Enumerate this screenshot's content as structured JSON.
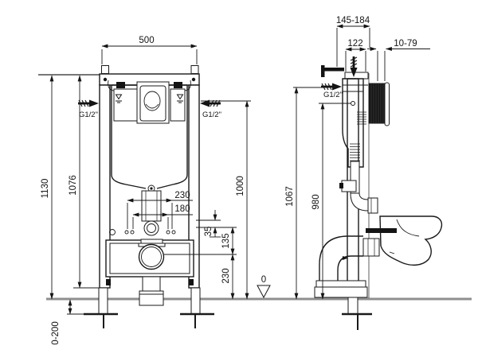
{
  "views": {
    "front": {
      "dims": {
        "width": "500",
        "height_total": "1130",
        "height_rail": "1076",
        "bolt_spacing_outer": "230",
        "bolt_spacing_inner": "180",
        "offset_35": "35",
        "offset_135": "135",
        "outlet_height": "230",
        "flush_line_height": "1000",
        "feet_range": "0-200"
      },
      "inlet_left": "G1/2\"",
      "inlet_right": "G1/2\"",
      "datum": "0"
    },
    "side": {
      "dims": {
        "depth_range": "145-184",
        "depth": "122",
        "wall_range": "10-79",
        "inlet_height": "1067",
        "point_height": "980"
      },
      "inlet": "G1/2\""
    }
  },
  "colors": {
    "line": "#1a1a1a",
    "floor": "#8f8f8f",
    "dark_fill": "#141414",
    "background": "#ffffff"
  }
}
